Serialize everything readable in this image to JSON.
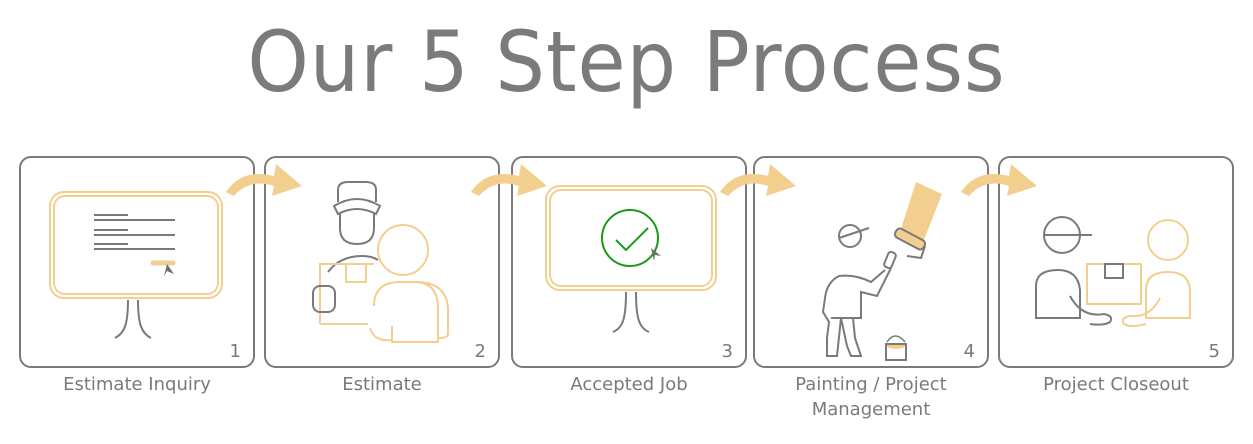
{
  "title": "Our 5 Step Process",
  "colors": {
    "outline_gray": "#7a7a7a",
    "accent_gold": "#f2cf8f",
    "check_green": "#1a9a1a",
    "text_gray": "#7a7a7a"
  },
  "steps": [
    {
      "number": "1",
      "label": "Estimate Inquiry",
      "icon": "presentation-board-form-icon"
    },
    {
      "number": "2",
      "label": "Estimate",
      "icon": "worker-handing-box-icon"
    },
    {
      "number": "3",
      "label": "Accepted Job",
      "icon": "presentation-board-checkmark-icon"
    },
    {
      "number": "4",
      "label": "Painting / Project",
      "label_line2": "Management",
      "icon": "painter-roller-icon"
    },
    {
      "number": "5",
      "label": "Project Closeout",
      "icon": "box-handoff-icon"
    }
  ],
  "arrows": [
    {
      "icon": "curved-arrow-right-icon"
    },
    {
      "icon": "curved-arrow-right-icon"
    },
    {
      "icon": "curved-arrow-right-icon"
    },
    {
      "icon": "curved-arrow-right-icon"
    }
  ]
}
